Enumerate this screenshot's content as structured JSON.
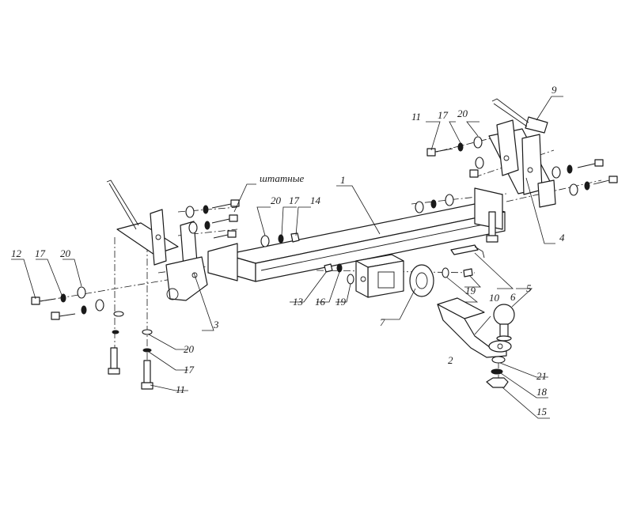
{
  "labels": {
    "p1": "1",
    "p2": "2",
    "p3": "3",
    "p4": "4",
    "p5": "5",
    "p6": "6",
    "p7": "7",
    "p9": "9",
    "p10": "10",
    "p11a": "11",
    "p11b": "11",
    "p12": "12",
    "p13": "13",
    "p14": "14",
    "p15": "15",
    "p16": "16",
    "p17a": "17",
    "p17b": "17",
    "p17c": "17",
    "p17d": "17",
    "p18": "18",
    "p19a": "19",
    "p19b": "19",
    "p20a": "20",
    "p20b": "20",
    "p20c": "20",
    "p20d": "20",
    "p21": "21",
    "stock": "штатные"
  }
}
